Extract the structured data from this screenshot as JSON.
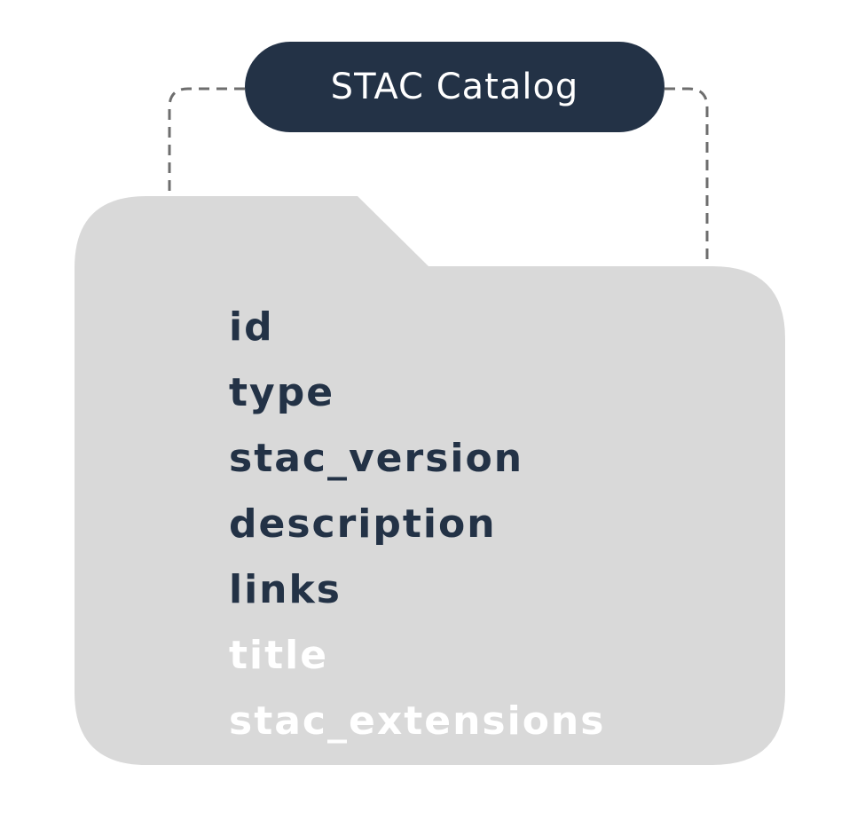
{
  "catalog": {
    "label": "STAC Catalog"
  },
  "fields": [
    {
      "label": "id",
      "status": "required"
    },
    {
      "label": "type",
      "status": "required"
    },
    {
      "label": "stac_version",
      "status": "required"
    },
    {
      "label": "description",
      "status": "required"
    },
    {
      "label": "links",
      "status": "required"
    },
    {
      "label": "title",
      "status": "optional"
    },
    {
      "label": "stac_extensions",
      "status": "optional"
    }
  ],
  "colors": {
    "navy": "#233246",
    "folder_gray": "#d9d9d9",
    "dash_gray": "#6e6e6e",
    "optional_text": "#ffffff"
  }
}
